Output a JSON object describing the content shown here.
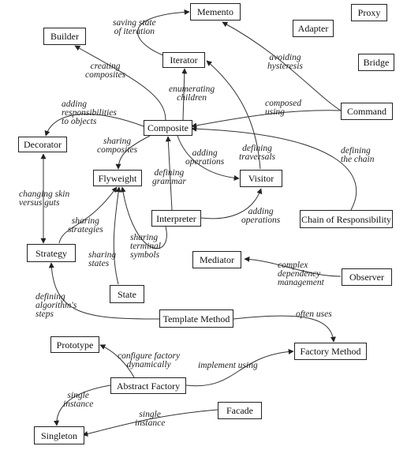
{
  "nodes": {
    "memento": "Memento",
    "proxy": "Proxy",
    "builder": "Builder",
    "adapter": "Adapter",
    "iterator": "Iterator",
    "bridge": "Bridge",
    "command": "Command",
    "composite": "Composite",
    "decorator": "Decorator",
    "flyweight": "Flyweight",
    "visitor": "Visitor",
    "interpreter": "Interpreter",
    "chain_of_responsibility": "Chain of Responsibility",
    "strategy": "Strategy",
    "mediator": "Mediator",
    "observer": "Observer",
    "state": "State",
    "template_method": "Template Method",
    "prototype": "Prototype",
    "factory_method": "Factory Method",
    "abstract_factory": "Abstract Factory",
    "facade": "Facade",
    "singleton": "Singleton"
  },
  "edges": {
    "saving_state": "saving state\nof iteration",
    "avoiding_hysteresis": "avoiding\nhysteresis",
    "creating_composites": "creating\ncomposites",
    "enumerating_children": "enumerating\nchildren",
    "adding_responsibilities": "adding\nresponsibilities\nto objects",
    "composed_using": "composed\nusing",
    "sharing_composites": "sharing\ncomposites",
    "adding_operations": "adding\noperations",
    "defining_traversals": "defining\ntraversals",
    "defining_the_chain": "defining\nthe chain",
    "defining_grammar": "defining\ngrammar",
    "changing_skin": "changing skin\nversus guts",
    "sharing_strategies": "sharing\nstrategies",
    "adding_operations_2": "adding\noperations",
    "sharing_terminal_symbols": "sharing\nterminal\nsymbols",
    "sharing_states": "sharing\nstates",
    "complex_dependency": "complex\ndependency\nmanagement",
    "defining_algorithm_steps": "defining\nalgorithm's\nsteps",
    "often_uses": "often uses",
    "configure_factory": "configure factory\ndynamically",
    "implement_using": "implement using",
    "single_instance_1": "single\ninstance",
    "single_instance_2": "single\ninstance"
  }
}
